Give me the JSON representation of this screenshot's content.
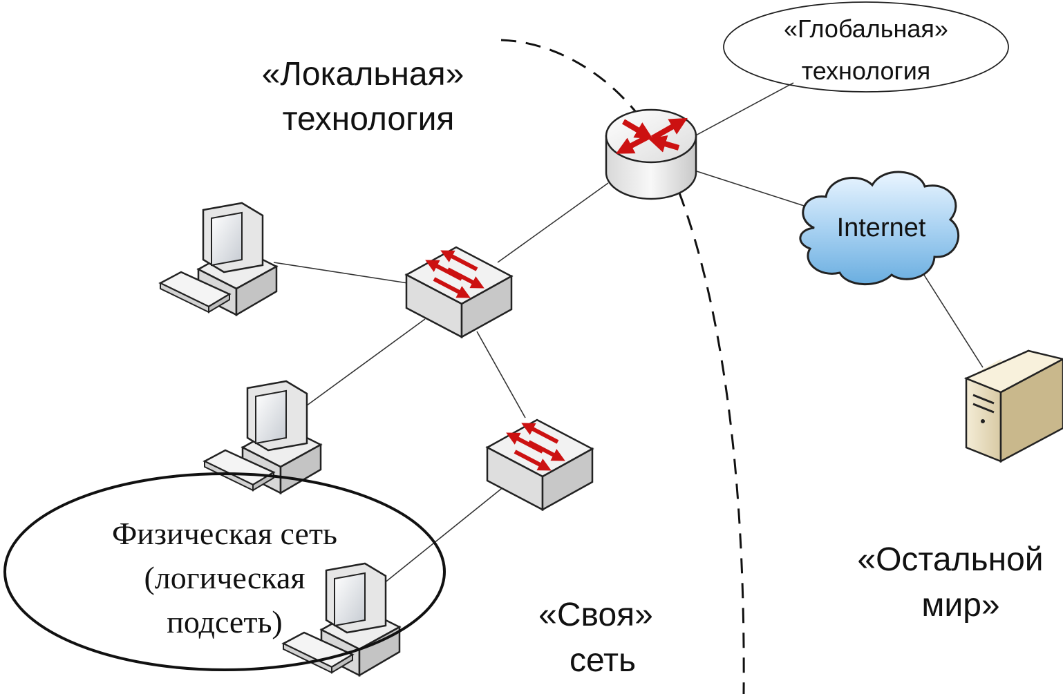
{
  "labels": {
    "local_line1": "«Локальная»",
    "local_line2": "технология",
    "global_line1": "«Глобальная»",
    "global_line2": "технология",
    "internet": "Internet",
    "physical_line1": "Физическая сеть",
    "physical_line2": "(логическая",
    "physical_line3": "подсеть)",
    "own_line1": "«Своя»",
    "own_line2": "сеть",
    "rest_line1": "«Остальной",
    "rest_line2": "мир»"
  },
  "colors": {
    "arrow_red": "#cc1111",
    "device_grey": "#e6e6e6",
    "cloud_blue": "#8ec3ea",
    "server_beige": "#d8ccaa",
    "line_dark": "#222222"
  },
  "icons": {
    "router": "router-icon",
    "switch": "switch-icon",
    "computer": "computer-icon",
    "cloud": "cloud-icon",
    "server": "server-icon"
  }
}
